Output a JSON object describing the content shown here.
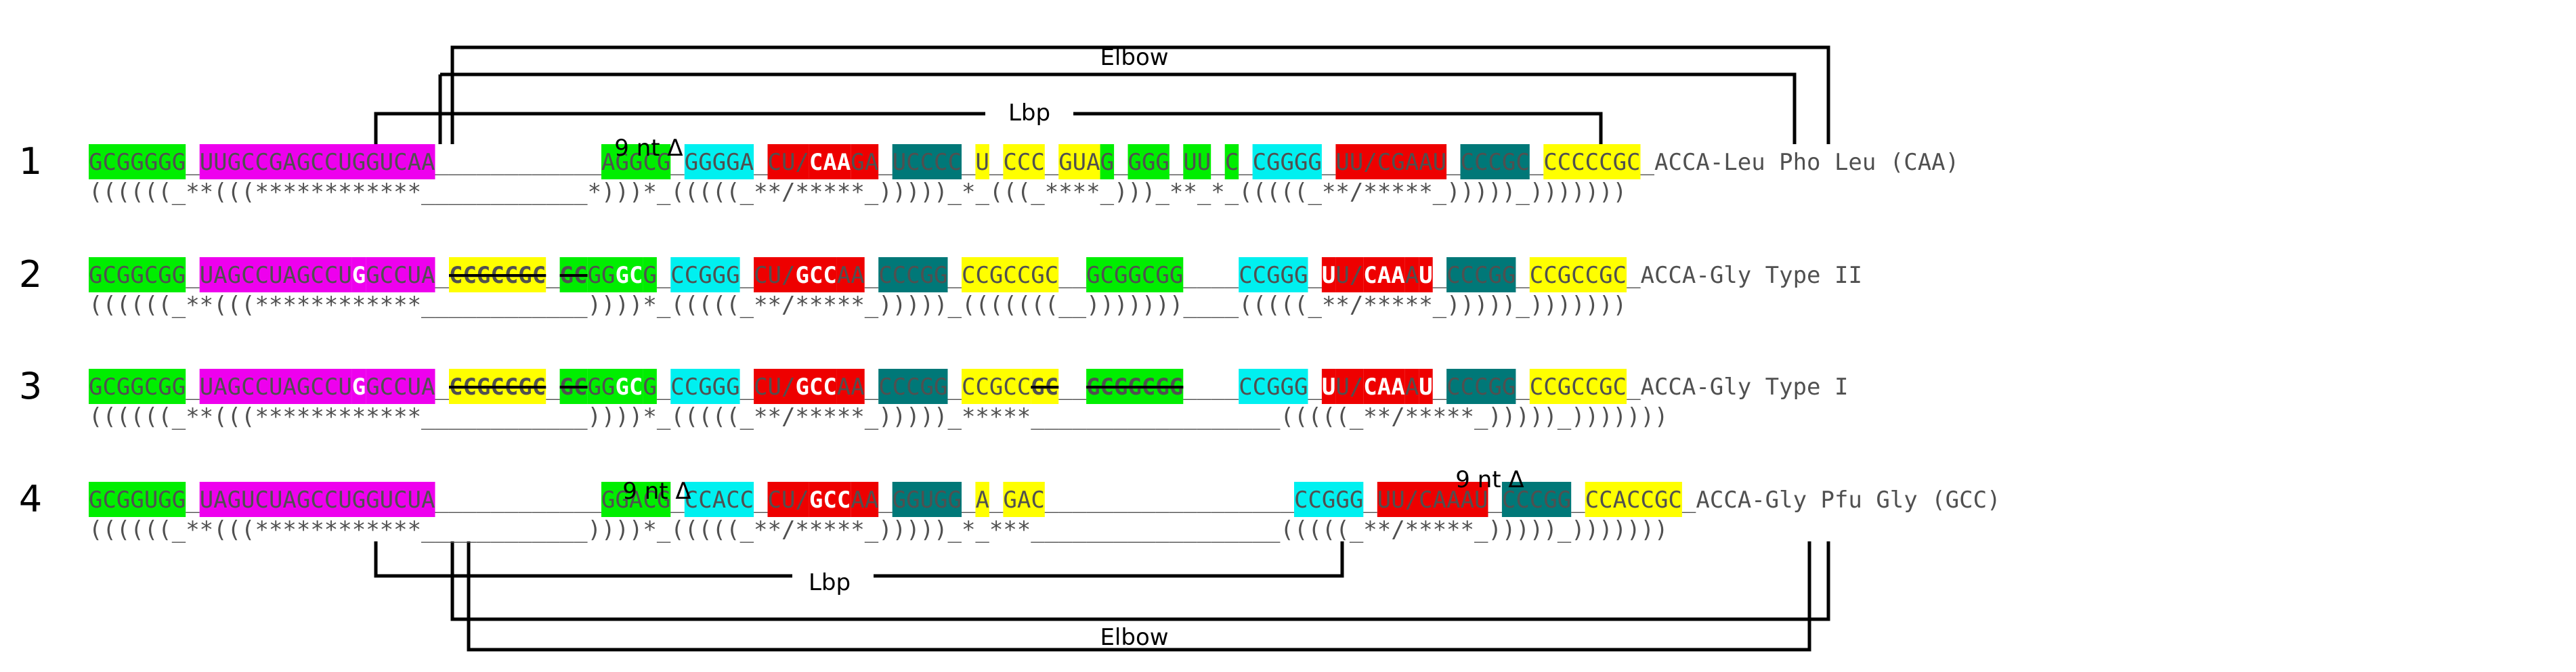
{
  "colors": {
    "green": "#00ee00",
    "magenta": "#ee00ee",
    "cyan": "#00f0f0",
    "red": "#ee0000",
    "teal": "#007878",
    "yellow": "#ffff00",
    "text": "#505050",
    "bright": "#ffffff",
    "line": "#000000"
  },
  "labels": {
    "elbow": "Elbow",
    "lbp": "Lbp",
    "deletion": "9 nt Δ"
  },
  "rows": [
    {
      "number": "1",
      "suffix": "ACCA-Leu Pho Leu (CAA)",
      "structure": "((((((_**(((************____________*)))*_(((((_**/*****_)))))_*_(((_****_)))_**_*_(((((_**/*****_)))))_)))))))",
      "segments": [
        {
          "text": "GCGGGGG",
          "color": "green"
        },
        {
          "text": "_",
          "color": "none"
        },
        {
          "text": "UUGCCGAGCCUGGUCAA",
          "color": "magenta"
        },
        {
          "text": "____________",
          "color": "none"
        },
        {
          "text": "AGGCG",
          "color": "green"
        },
        {
          "text": "_",
          "color": "none"
        },
        {
          "text": "GGGGA",
          "color": "cyan"
        },
        {
          "text": "_",
          "color": "none"
        },
        {
          "text": "CU/",
          "color": "red"
        },
        {
          "text": "CAA",
          "color": "red",
          "bright": true
        },
        {
          "text": "GA",
          "color": "red"
        },
        {
          "text": "_",
          "color": "none"
        },
        {
          "text": "UCCCC",
          "color": "teal"
        },
        {
          "text": "_",
          "color": "none"
        },
        {
          "text": "U",
          "color": "yellow"
        },
        {
          "text": "_",
          "color": "none"
        },
        {
          "text": "CCC",
          "color": "yellow"
        },
        {
          "text": "_",
          "color": "none"
        },
        {
          "text": "GUA",
          "color": "yellow"
        },
        {
          "text": "G",
          "color": "green"
        },
        {
          "text": "_",
          "color": "none"
        },
        {
          "text": "GGG",
          "color": "green"
        },
        {
          "text": "_",
          "color": "none"
        },
        {
          "text": "UU",
          "color": "green"
        },
        {
          "text": "_",
          "color": "none"
        },
        {
          "text": "C",
          "color": "green"
        },
        {
          "text": "_",
          "color": "none"
        },
        {
          "text": "CGGGG",
          "color": "cyan"
        },
        {
          "text": "_",
          "color": "none"
        },
        {
          "text": "UU/CGAAU",
          "color": "red"
        },
        {
          "text": "_",
          "color": "none"
        },
        {
          "text": "CCCGC",
          "color": "teal"
        },
        {
          "text": "_",
          "color": "none"
        },
        {
          "text": "CCCCCGC",
          "color": "yellow"
        },
        {
          "text": "_",
          "color": "none"
        }
      ]
    },
    {
      "number": "2",
      "suffix": "ACCA-Gly Type II",
      "structure": "((((((_**(((************____________))))*_(((((_**/*****_)))))_(((((((__)))))))____(((((_**/*****_)))))_)))))))",
      "segments": [
        {
          "text": "GCGGCGG",
          "color": "green"
        },
        {
          "text": "_",
          "color": "none"
        },
        {
          "text": "UAGCCUAGCCU",
          "color": "magenta"
        },
        {
          "text": "G",
          "color": "magenta",
          "bright": true
        },
        {
          "text": "GCCUA",
          "color": "magenta"
        },
        {
          "text": "_",
          "color": "none"
        },
        {
          "text": "CCGCCGC",
          "color": "yellow",
          "strike": true
        },
        {
          "text": "_",
          "color": "none"
        },
        {
          "text": "GC",
          "color": "green",
          "strike": true
        },
        {
          "text": "GG",
          "color": "green"
        },
        {
          "text": "GC",
          "color": "green",
          "bright": true
        },
        {
          "text": "G",
          "color": "green"
        },
        {
          "text": "_",
          "color": "none"
        },
        {
          "text": "CCGGG",
          "color": "cyan"
        },
        {
          "text": "_",
          "color": "none"
        },
        {
          "text": "CU/",
          "color": "red"
        },
        {
          "text": "GCC",
          "color": "red",
          "bright": true
        },
        {
          "text": "AA",
          "color": "red"
        },
        {
          "text": "_",
          "color": "none"
        },
        {
          "text": "CCCGG",
          "color": "teal"
        },
        {
          "text": "_",
          "color": "none"
        },
        {
          "text": "CCGCCGC",
          "color": "yellow"
        },
        {
          "text": "__",
          "color": "none"
        },
        {
          "text": "GCGGCGG",
          "color": "green"
        },
        {
          "text": "____",
          "color": "none"
        },
        {
          "text": "CCGGG",
          "color": "cyan"
        },
        {
          "text": "_",
          "color": "none"
        },
        {
          "text": "U",
          "color": "red",
          "bright": true
        },
        {
          "text": "U/",
          "color": "red"
        },
        {
          "text": "CAA",
          "color": "red",
          "bright": true
        },
        {
          "text": "A",
          "color": "red"
        },
        {
          "text": "U",
          "color": "red",
          "bright": true
        },
        {
          "text": "_",
          "color": "none"
        },
        {
          "text": "CCCGG",
          "color": "teal"
        },
        {
          "text": "_",
          "color": "none"
        },
        {
          "text": "CCGCCGC",
          "color": "yellow"
        },
        {
          "text": "_",
          "color": "none"
        }
      ]
    },
    {
      "number": "3",
      "suffix": "ACCA-Gly Type I",
      "structure": "((((((_**(((************____________))))*_(((((_**/*****_)))))_*****__________________(((((_**/*****_)))))_)))))))",
      "segments": [
        {
          "text": "GCGGCGG",
          "color": "green"
        },
        {
          "text": "_",
          "color": "none"
        },
        {
          "text": "UAGCCUAGCCU",
          "color": "magenta"
        },
        {
          "text": "G",
          "color": "magenta",
          "bright": true
        },
        {
          "text": "GCCUA",
          "color": "magenta"
        },
        {
          "text": "_",
          "color": "none"
        },
        {
          "text": "CCGCCGC",
          "color": "yellow",
          "strike": true
        },
        {
          "text": "_",
          "color": "none"
        },
        {
          "text": "GC",
          "color": "green",
          "strike": true
        },
        {
          "text": "GG",
          "color": "green"
        },
        {
          "text": "GC",
          "color": "green",
          "bright": true
        },
        {
          "text": "G",
          "color": "green"
        },
        {
          "text": "_",
          "color": "none"
        },
        {
          "text": "CCGGG",
          "color": "cyan"
        },
        {
          "text": "_",
          "color": "none"
        },
        {
          "text": "CU/",
          "color": "red"
        },
        {
          "text": "GCC",
          "color": "red",
          "bright": true
        },
        {
          "text": "AA",
          "color": "red"
        },
        {
          "text": "_",
          "color": "none"
        },
        {
          "text": "CCCGG",
          "color": "teal"
        },
        {
          "text": "_",
          "color": "none"
        },
        {
          "text": "CCGCC",
          "color": "yellow"
        },
        {
          "text": "GC",
          "color": "yellow",
          "strike": true
        },
        {
          "text": "__",
          "color": "none"
        },
        {
          "text": "GCGGCGG",
          "color": "green",
          "strike": true
        },
        {
          "text": "____",
          "color": "none"
        },
        {
          "text": "CCGGG",
          "color": "cyan"
        },
        {
          "text": "_",
          "color": "none"
        },
        {
          "text": "U",
          "color": "red",
          "bright": true
        },
        {
          "text": "U/",
          "color": "red"
        },
        {
          "text": "CAA",
          "color": "red",
          "bright": true
        },
        {
          "text": "A",
          "color": "red"
        },
        {
          "text": "U",
          "color": "red",
          "bright": true
        },
        {
          "text": "_",
          "color": "none"
        },
        {
          "text": "CCCGG",
          "color": "teal"
        },
        {
          "text": "_",
          "color": "none"
        },
        {
          "text": "CCGCCGC",
          "color": "yellow"
        },
        {
          "text": "_",
          "color": "none"
        }
      ]
    },
    {
      "number": "4",
      "suffix": "ACCA-Gly Pfu Gly (GCC)",
      "structure": "((((((_**(((************____________))))*_(((((_**/*****_)))))_*_***__________________(((((_**/*****_)))))_)))))))",
      "segments": [
        {
          "text": "GCGGUGG",
          "color": "green"
        },
        {
          "text": "_",
          "color": "none"
        },
        {
          "text": "UAGUCUAGCCUGGUCUA",
          "color": "magenta"
        },
        {
          "text": "____________",
          "color": "none"
        },
        {
          "text": "GGACG",
          "color": "green"
        },
        {
          "text": "_",
          "color": "none"
        },
        {
          "text": "CCACC",
          "color": "cyan"
        },
        {
          "text": "_",
          "color": "none"
        },
        {
          "text": "CU/",
          "color": "red"
        },
        {
          "text": "GCC",
          "color": "red",
          "bright": true
        },
        {
          "text": "AA",
          "color": "red"
        },
        {
          "text": "_",
          "color": "none"
        },
        {
          "text": "GGUGG",
          "color": "teal"
        },
        {
          "text": "_",
          "color": "none"
        },
        {
          "text": "A",
          "color": "yellow"
        },
        {
          "text": "_",
          "color": "none"
        },
        {
          "text": "GAC",
          "color": "yellow"
        },
        {
          "text": "__________________",
          "color": "none"
        },
        {
          "text": "CCGGG",
          "color": "cyan"
        },
        {
          "text": "_",
          "color": "none"
        },
        {
          "text": "UU/CAAAU",
          "color": "red"
        },
        {
          "text": "_",
          "color": "none"
        },
        {
          "text": "CCCGG",
          "color": "teal"
        },
        {
          "text": "_",
          "color": "none"
        },
        {
          "text": "CCACCGC",
          "color": "yellow"
        },
        {
          "text": "_",
          "color": "none"
        }
      ]
    }
  ]
}
